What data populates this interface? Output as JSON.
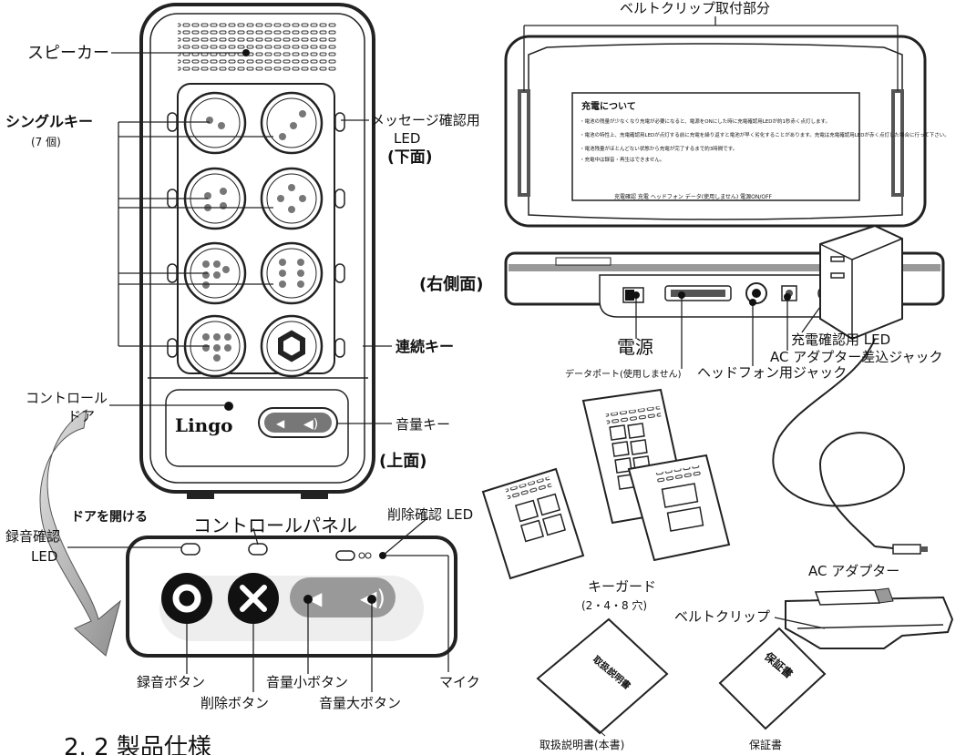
{
  "device": {
    "brand_logo": "Lingo"
  },
  "labels": {
    "speaker": "スピーカー",
    "single_key": "シングルキー",
    "single_key_count": "(7 個)",
    "message_led": "メッセージ確認用",
    "message_led_2": "LED",
    "bottom_face": "(下面)",
    "right_face": "(右側面)",
    "top_face": "(上面)",
    "continuous_key": "連続キー",
    "control_door": "コントロール",
    "control_door_2": "ドア",
    "volume_key": "音量キー",
    "open_door": "ドアを開ける",
    "control_panel": "コントロールパネル",
    "delete_led": "削除確認 LED",
    "record_led": "録音確認",
    "record_led_2": "LED",
    "record_button": "録音ボタン",
    "delete_button": "削除ボタン",
    "volume_down_button": "音量小ボタン",
    "volume_up_button": "音量大ボタン",
    "mic": "マイク",
    "belt_clip_mount": "ベルトクリップ取付部分",
    "power": "電源",
    "data_port": "データポート(使用しません)",
    "headphone_jack": "ヘッドフォン用ジャック",
    "charge_led": "充電確認用 LED",
    "ac_jack": "AC アダプター差込ジャック",
    "key_guard": "キーガード",
    "key_guard_holes": "(2・4・8 穴)",
    "ac_adapter": "AC アダプター",
    "belt_clip": "ベルトクリップ",
    "manual": "取扱説明書(本書)",
    "warranty": "保証書",
    "manual_cover": "取扱説明書",
    "warranty_cover": "保証書",
    "section_heading": "2. 2 製品仕様"
  },
  "back_sticker": {
    "title": "充電について",
    "lines": [
      "・電池の残量が少なくなり充電が必要になると、電源をONにした時に充電確認用LEDが約1秒赤く点灯します。",
      "・電池の特性上、充電確認用LEDが点灯する前に充電を繰り返すと電池が早く劣化することがあります。充電は充電確認用LEDが赤く点灯した場合に行って下さい。",
      "・電池残量がほとんどない状態から充電が完了するまで約3時間です。",
      "・充電中は録音・再生はできません。"
    ],
    "port_labels": "充電確認 充電  ヘッドフォン  データ(使用しません)  電源ON/OFF"
  }
}
